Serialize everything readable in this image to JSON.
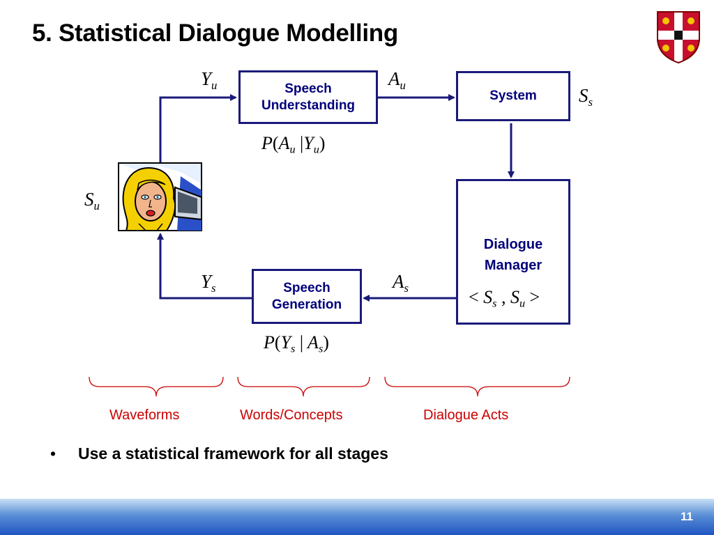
{
  "slide": {
    "title": "5. Statistical Dialogue Modelling",
    "page_number": "11"
  },
  "diagram": {
    "boxes": {
      "speech_understanding": "Speech Understanding",
      "system": "System",
      "dialogue_manager": "Dialogue Manager",
      "speech_generation": "Speech Generation"
    },
    "symbols": {
      "yu": "Yu",
      "au": "Au",
      "ss": "Ss",
      "su": "Su",
      "ys": "Ys",
      "as": "As",
      "p_au_given_yu": "P(Au | Yu)",
      "p_ys_given_as": "P(Ys | As)",
      "state": "< Ss , Su >"
    },
    "brace_labels": [
      "Waveforms",
      "Words/Concepts",
      "Dialogue Acts"
    ]
  },
  "bullets": [
    "Use a statistical framework for all stages"
  ],
  "colors": {
    "box_border": "#1a1a7a",
    "box_text": "#00007a",
    "arrow": "#1a1a7a",
    "brace": "#cc0000",
    "footer": "#1f55c2"
  }
}
